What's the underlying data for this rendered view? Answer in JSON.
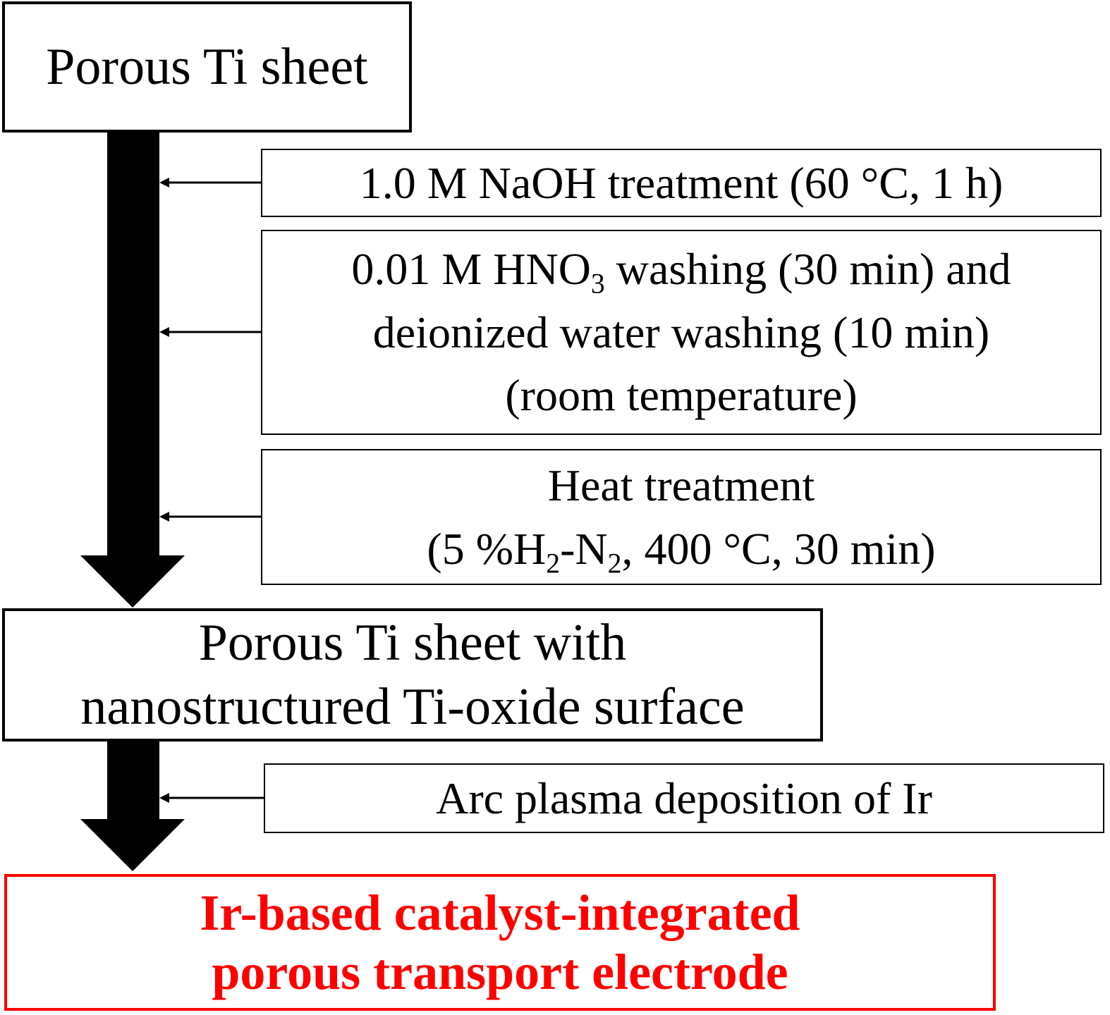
{
  "start_box": {
    "text": "Porous Ti sheet"
  },
  "steps": [
    {
      "text": "1.0 M NaOH treatment (60 °C, 1 h)"
    },
    {
      "line1": {
        "pre": "0.01 M HNO",
        "sub": "3",
        "post": " washing (30 min) and"
      },
      "line2": "deionized water washing (10 min)",
      "line3": "(room temperature)"
    },
    {
      "line1": "Heat treatment",
      "line2": {
        "a": "(5 %H",
        "sub1": "2",
        "b": "-N",
        "sub2": "2",
        "c": ", 400 °C, 30 min)"
      }
    },
    {
      "text": "Arc plasma deposition of Ir"
    }
  ],
  "intermediate_box": {
    "line1": "Porous Ti sheet with",
    "line2": "nanostructured Ti-oxide surface"
  },
  "final_box": {
    "line1": "Ir-based catalyst-integrated",
    "line2": "porous transport electrode",
    "color": "#ff0000"
  },
  "colors": {
    "ink": "#000000",
    "highlight": "#ff0000",
    "background": "#ffffff"
  }
}
